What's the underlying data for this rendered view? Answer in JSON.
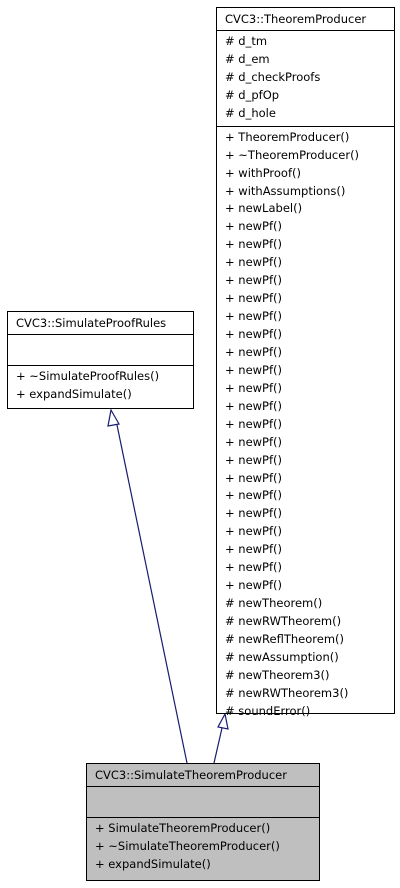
{
  "classes": {
    "theorem_producer": {
      "name": "CVC3::TheoremProducer",
      "attributes": [
        "# d_tm",
        "# d_em",
        "# d_checkProofs",
        "# d_pfOp",
        "# d_hole"
      ],
      "methods": [
        "+ TheoremProducer()",
        "+ ~TheoremProducer()",
        "+ withProof()",
        "+ withAssumptions()",
        "+ newLabel()",
        "+ newPf()",
        "+ newPf()",
        "+ newPf()",
        "+ newPf()",
        "+ newPf()",
        "+ newPf()",
        "+ newPf()",
        "+ newPf()",
        "+ newPf()",
        "+ newPf()",
        "+ newPf()",
        "+ newPf()",
        "+ newPf()",
        "+ newPf()",
        "+ newPf()",
        "+ newPf()",
        "+ newPf()",
        "+ newPf()",
        "+ newPf()",
        "+ newPf()",
        "+ newPf()",
        "# newTheorem()",
        "# newRWTheorem()",
        "# newReflTheorem()",
        "# newAssumption()",
        "# newTheorem3()",
        "# newRWTheorem3()",
        "# soundError()"
      ]
    },
    "simulate_proof_rules": {
      "name": "CVC3::SimulateProofRules",
      "attributes": [],
      "methods": [
        "+ ~SimulateProofRules()",
        "+ expandSimulate()"
      ]
    },
    "simulate_theorem_producer": {
      "name": "CVC3::SimulateTheoremProducer",
      "attributes": [],
      "methods": [
        "+ SimulateTheoremProducer()",
        "+ ~SimulateTheoremProducer()",
        "+ expandSimulate()"
      ]
    }
  },
  "colors": {
    "edge": "#1a1a70",
    "highlight": "#bfbfbf"
  }
}
